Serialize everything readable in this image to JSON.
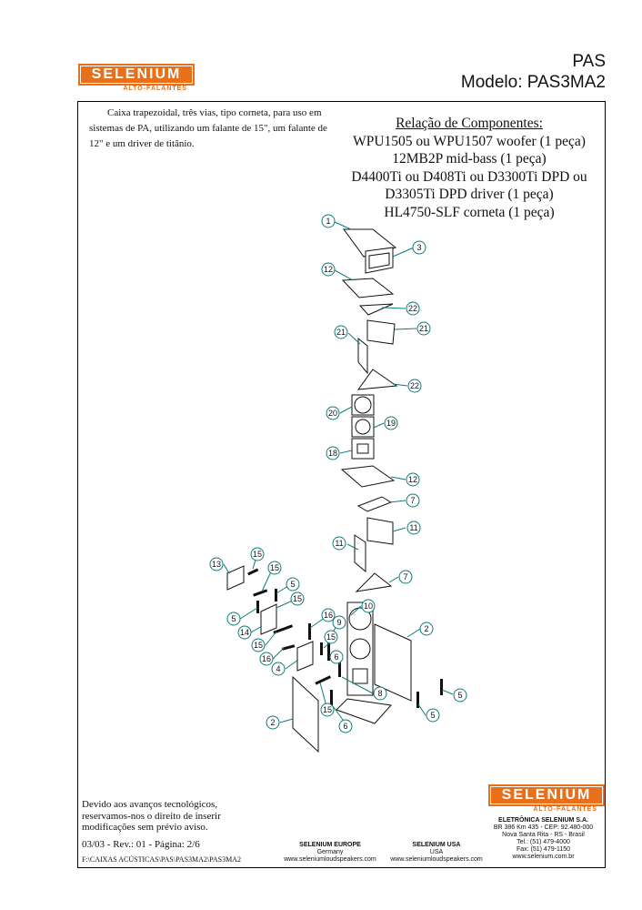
{
  "brand": {
    "name": "SELENIUM",
    "tagline": "ALTO-FALANTES"
  },
  "header": {
    "line1": "PAS",
    "line2": "Modelo: PAS3MA2"
  },
  "description": "Caixa trapezoidal, três vias, tipo corneta, para uso em sistemas de PA, utilizando um falante de 15\", um falante de 12\" e um driver de titânio.",
  "components": {
    "title": "Relação de Componentes:",
    "items": [
      "WPU1505 ou WPU1507 woofer (1 peça)",
      "12MB2P mid-bass (1 peça)",
      "D4400Ti ou D408Ti ou D3300Ti DPD ou",
      "D3305Ti DPD driver (1 peça)",
      "HL4750-SLF corneta (1 peça)"
    ]
  },
  "diagram": {
    "labels": [
      "1",
      "3",
      "12",
      "22",
      "21",
      "21",
      "22",
      "20",
      "19",
      "18",
      "12",
      "7",
      "11",
      "11",
      "7",
      "10",
      "2",
      "5",
      "5",
      "2",
      "6",
      "8",
      "6",
      "15",
      "16",
      "9",
      "13",
      "15",
      "15",
      "5",
      "15",
      "5",
      "14",
      "15",
      "16",
      "4",
      "15"
    ]
  },
  "footer": {
    "notice": [
      "Devido aos avanços tecnológicos,",
      "reservamos-nos o direito de inserir",
      "modificações sem prévio aviso."
    ],
    "revision": "03/03 - Rev.: 01 - Página: 2/6",
    "path": "F:\\CAIXAS ACÚSTICAS\\PAS\\PAS3MA2\\PAS3MA2",
    "europe": {
      "name": "SELENIUM EUROPE",
      "country": "Germany",
      "web": "www.seleniumloudspeakers.com"
    },
    "usa": {
      "name": "SELENIUM USA",
      "country": "USA",
      "web": "www.seleniumloudspeakers.com"
    },
    "brazil": {
      "name": "ELETRÔNICA SELENIUM S.A.",
      "lines": [
        "BR 386 Km 435 - CEP: 92.480-000",
        "Nova Santa Rita - RS - Brasil",
        "Tel.: (51) 479-4000",
        "Fax: (51) 479-1150",
        "www.selenium.com.br"
      ]
    }
  }
}
